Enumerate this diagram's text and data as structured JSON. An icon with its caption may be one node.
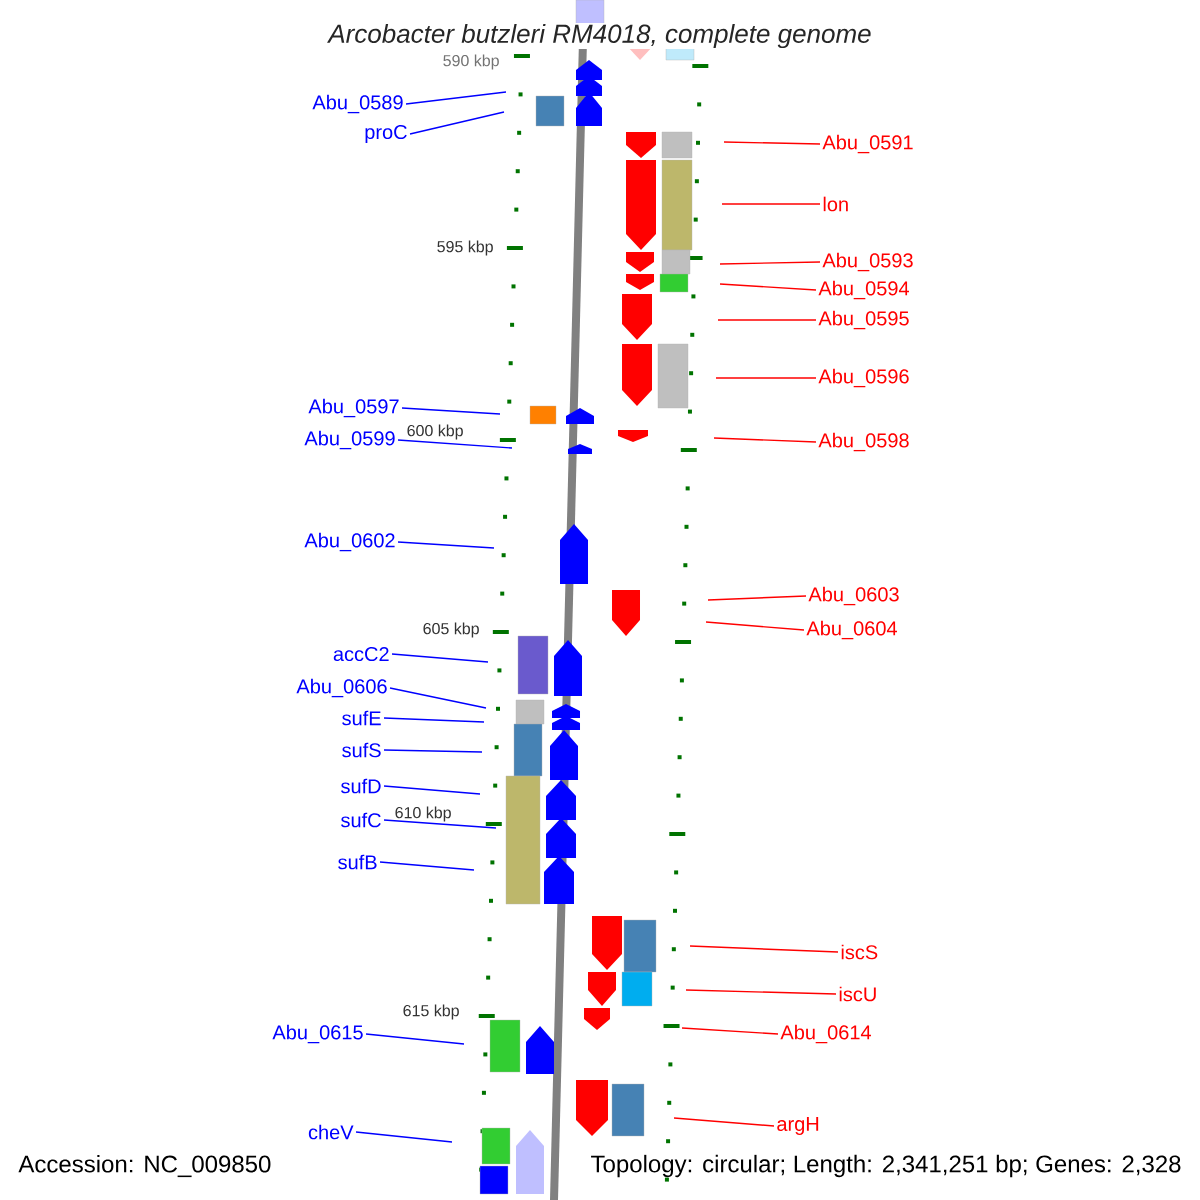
{
  "diagram": {
    "title": "Arcobacter butzleri RM4018, complete genome",
    "nodes": [
      {
        "text": [
          "Abu_0589"
        ]
      },
      {
        "text": [
          "proC"
        ]
      },
      {
        "text": [
          "Abu_0591"
        ]
      },
      {
        "text": [
          "lon"
        ]
      },
      {
        "text": [
          "Abu_0593"
        ]
      },
      {
        "text": [
          "Abu_0594"
        ]
      },
      {
        "text": [
          "Abu_0595"
        ]
      },
      {
        "text": [
          "Abu_0596"
        ]
      },
      {
        "text": [
          "Abu_0597"
        ]
      },
      {
        "text": [
          "Abu_0599"
        ]
      },
      {
        "text": [
          "Abu_0598"
        ]
      },
      {
        "text": [
          "Abu_0602"
        ]
      },
      {
        "text": [
          "Abu_0603"
        ]
      },
      {
        "text": [
          "Abu_0604"
        ]
      },
      {
        "text": [
          "accC2"
        ]
      },
      {
        "text": [
          "Abu_0606"
        ]
      },
      {
        "text": [
          "sufE"
        ]
      },
      {
        "text": [
          "sufS"
        ]
      },
      {
        "text": [
          "sufD"
        ]
      },
      {
        "text": [
          "sufC"
        ]
      },
      {
        "text": [
          "sufB"
        ]
      },
      {
        "text": [
          "iscS"
        ]
      },
      {
        "text": [
          "iscU"
        ]
      },
      {
        "text": [
          "Abu_0614"
        ]
      },
      {
        "text": [
          "Abu_0615"
        ]
      },
      {
        "text": [
          "argH"
        ]
      },
      {
        "text": [
          "cheV"
        ]
      }
    ],
    "edges": [
      {
        "from": 0,
        "to": null,
        "arrow": "none",
        "color": "#0000ff"
      },
      {
        "from": 1,
        "to": null,
        "arrow": "none",
        "color": "#0000ff"
      },
      {
        "from": 2,
        "to": null,
        "arrow": "none",
        "color": "#ff0000"
      },
      {
        "from": 3,
        "to": null,
        "arrow": "none",
        "color": "#ff0000"
      },
      {
        "from": 4,
        "to": null,
        "arrow": "none",
        "color": "#ff0000"
      },
      {
        "from": 5,
        "to": null,
        "arrow": "none",
        "color": "#ff0000"
      },
      {
        "from": 6,
        "to": null,
        "arrow": "none",
        "color": "#ff0000"
      },
      {
        "from": 7,
        "to": null,
        "arrow": "none",
        "color": "#ff0000"
      },
      {
        "from": 8,
        "to": null,
        "arrow": "none",
        "color": "#0000ff"
      },
      {
        "from": 9,
        "to": null,
        "arrow": "none",
        "color": "#0000ff"
      },
      {
        "from": 10,
        "to": null,
        "arrow": "none",
        "color": "#ff0000"
      },
      {
        "from": 11,
        "to": null,
        "arrow": "none",
        "color": "#0000ff"
      },
      {
        "from": 12,
        "to": null,
        "arrow": "none",
        "color": "#ff0000"
      },
      {
        "from": 13,
        "to": null,
        "arrow": "none",
        "color": "#ff0000"
      },
      {
        "from": 14,
        "to": null,
        "arrow": "none",
        "color": "#0000ff"
      },
      {
        "from": 15,
        "to": null,
        "arrow": "none",
        "color": "#0000ff"
      },
      {
        "from": 16,
        "to": null,
        "arrow": "none",
        "color": "#0000ff"
      },
      {
        "from": 17,
        "to": null,
        "arrow": "none",
        "color": "#0000ff"
      },
      {
        "from": 18,
        "to": null,
        "arrow": "none",
        "color": "#0000ff"
      },
      {
        "from": 19,
        "to": null,
        "arrow": "none",
        "color": "#0000ff"
      },
      {
        "from": 20,
        "to": null,
        "arrow": "none",
        "color": "#0000ff"
      },
      {
        "from": 21,
        "to": null,
        "arrow": "none",
        "color": "#ff0000"
      },
      {
        "from": 22,
        "to": null,
        "arrow": "none",
        "color": "#ff0000"
      },
      {
        "from": 23,
        "to": null,
        "arrow": "none",
        "color": "#ff0000"
      },
      {
        "from": 24,
        "to": null,
        "arrow": "none",
        "color": "#0000ff"
      },
      {
        "from": 25,
        "to": null,
        "arrow": "none",
        "color": "#ff0000"
      },
      {
        "from": 26,
        "to": null,
        "arrow": "none",
        "color": "#0000ff"
      }
    ],
    "labels": [
      "590 kbp",
      "595 kbp",
      "600 kbp",
      "605 kbp",
      "610 kbp",
      "615 kbp",
      "Accession: NC_009850",
      "Topology: circular; Length: 2,341,251 bp; Genes: 2,328"
    ]
  }
}
